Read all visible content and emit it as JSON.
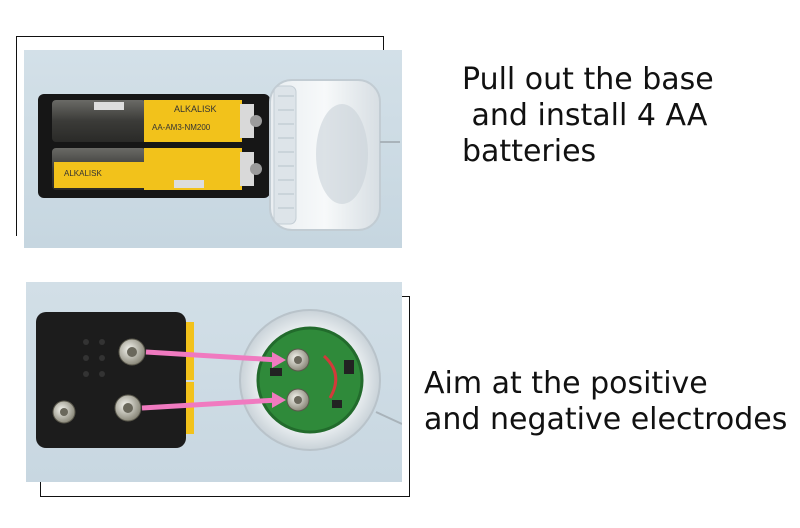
{
  "steps": [
    {
      "caption_lines": [
        "Pull out the base",
        " and install 4 AA",
        "batteries"
      ]
    },
    {
      "caption_lines": [
        "Aim at the positive",
        "and negative electrodes"
      ]
    }
  ],
  "colors": {
    "photo_background": "#cfdde6",
    "battery_yellow": "#f2c21b",
    "battery_body": "#3a3a38",
    "pcb_green": "#2f8a3a",
    "arrow_pink": "#f07ac0",
    "holder_black": "#1c1c1c"
  }
}
